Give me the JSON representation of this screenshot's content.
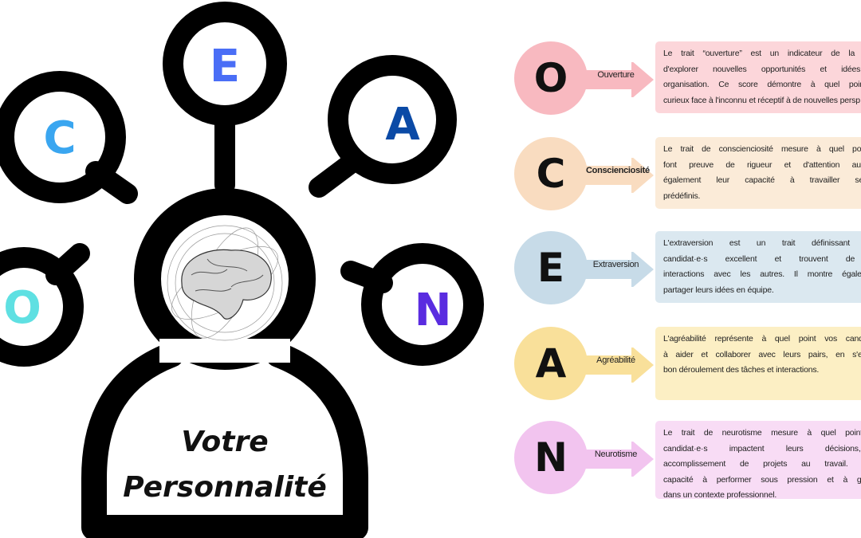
{
  "figure": {
    "title_line1": "Votre",
    "title_line2": "Personnalité",
    "letters": [
      {
        "letter": "C",
        "color": "#3aa6f0"
      },
      {
        "letter": "E",
        "color": "#4a6ef6"
      },
      {
        "letter": "A",
        "color": "#0b4aa6"
      },
      {
        "letter": "O",
        "color": "#5fe0e2"
      },
      {
        "letter": "N",
        "color": "#5a2ce0"
      }
    ]
  },
  "traits": [
    {
      "letter": "O",
      "label": "Ouverture",
      "circle_color": "#f8b9c0",
      "box_color": "#fcd6da",
      "lines": [
        "Le trait “ouverture” est un indicateur de la volonté d",
        "d'explorer nouvelles opportunités et idées au s",
        "organisation. Ce score démontre à quel point un ca",
        "curieux face à l'inconnu et réceptif à de nouvelles persp"
      ]
    },
    {
      "letter": "C",
      "label": "Conscienciosité",
      "circle_color": "#f9dcc0",
      "box_color": "#fbebd8",
      "lines": [
        "Le trait de conscienciosité mesure à quel point vos c",
        "font preuve de rigueur et d'attention aux détails.",
        "également leur capacité à travailler selon des",
        "prédéfinis."
      ]
    },
    {
      "letter": "E",
      "label": "Extraversion",
      "circle_color": "#c7dbe8",
      "box_color": "#dbe8f0",
      "lines": [
        "L'extraversion est un trait définissant à quel",
        "candidat·e·s excellent et trouvent de l'énergie",
        "interactions avec les autres. Il montre également leur",
        "partager leurs idées en équipe."
      ]
    },
    {
      "letter": "A",
      "label": "Agréabilité",
      "circle_color": "#f9e09a",
      "box_color": "#fcefc4",
      "lines": [
        "L'agréabilité représente à quel point vos candidat·e·s s",
        "à aider et collaborer avec leurs pairs, en s'efforçant d'",
        "bon déroulement des tâches et interactions."
      ]
    },
    {
      "letter": "N",
      "label": "Neurotisme",
      "circle_color": "#f2c4ef",
      "box_color": "#f8dcf5",
      "lines": [
        "Le trait de neurotisme mesure à quel point les ém",
        "candidat·e·s impactent leurs décisions, intera",
        "accomplissement de projets au travail. Il reflète",
        "capacité à performer sous pression et à gérer leurs",
        "dans un contexte professionnel."
      ]
    }
  ]
}
